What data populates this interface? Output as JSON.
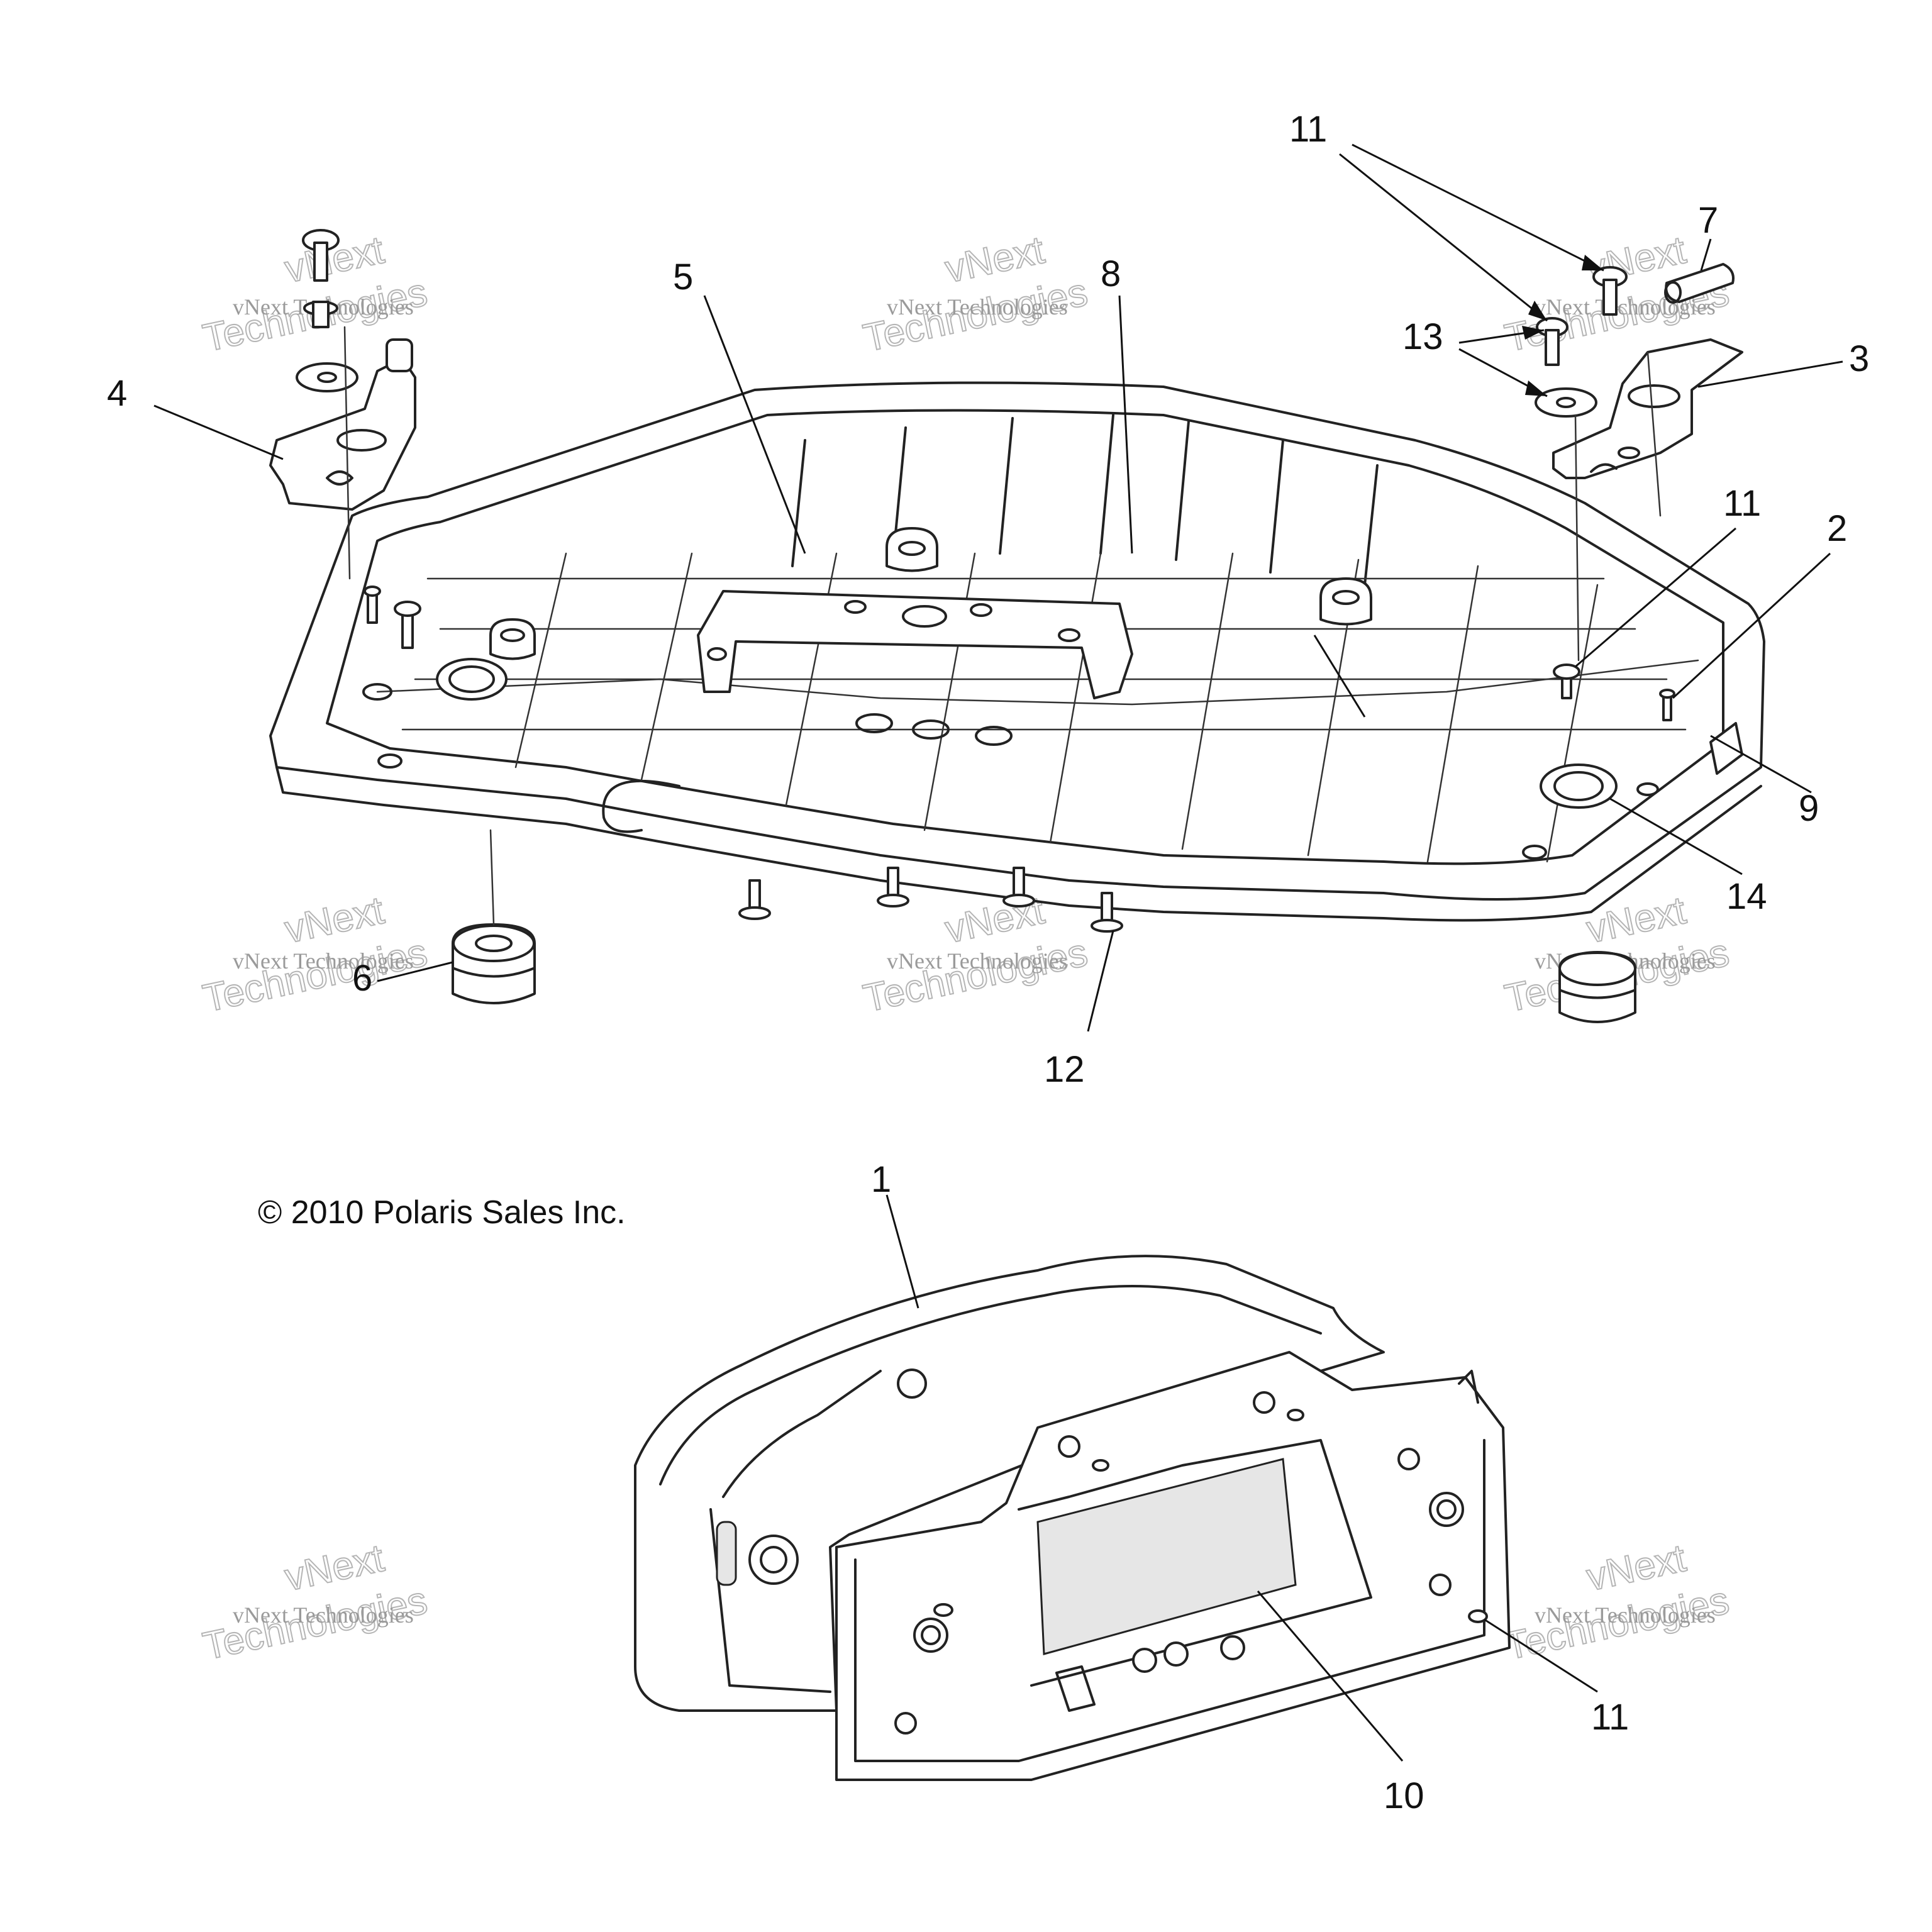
{
  "copyright": "© 2010 Polaris Sales Inc.",
  "watermark": {
    "line1": "vNext Technologies",
    "line2": "Technologies",
    "line3": "vNext"
  },
  "callouts": {
    "c1": "1",
    "c2": "2",
    "c3": "3",
    "c4": "4",
    "c5": "5",
    "c6": "6",
    "c7": "7",
    "c8": "8",
    "c9": "9",
    "c10": "10",
    "c11a": "11",
    "c11b": "11",
    "c11c": "11",
    "c12": "12",
    "c13": "13",
    "c14": "14"
  }
}
